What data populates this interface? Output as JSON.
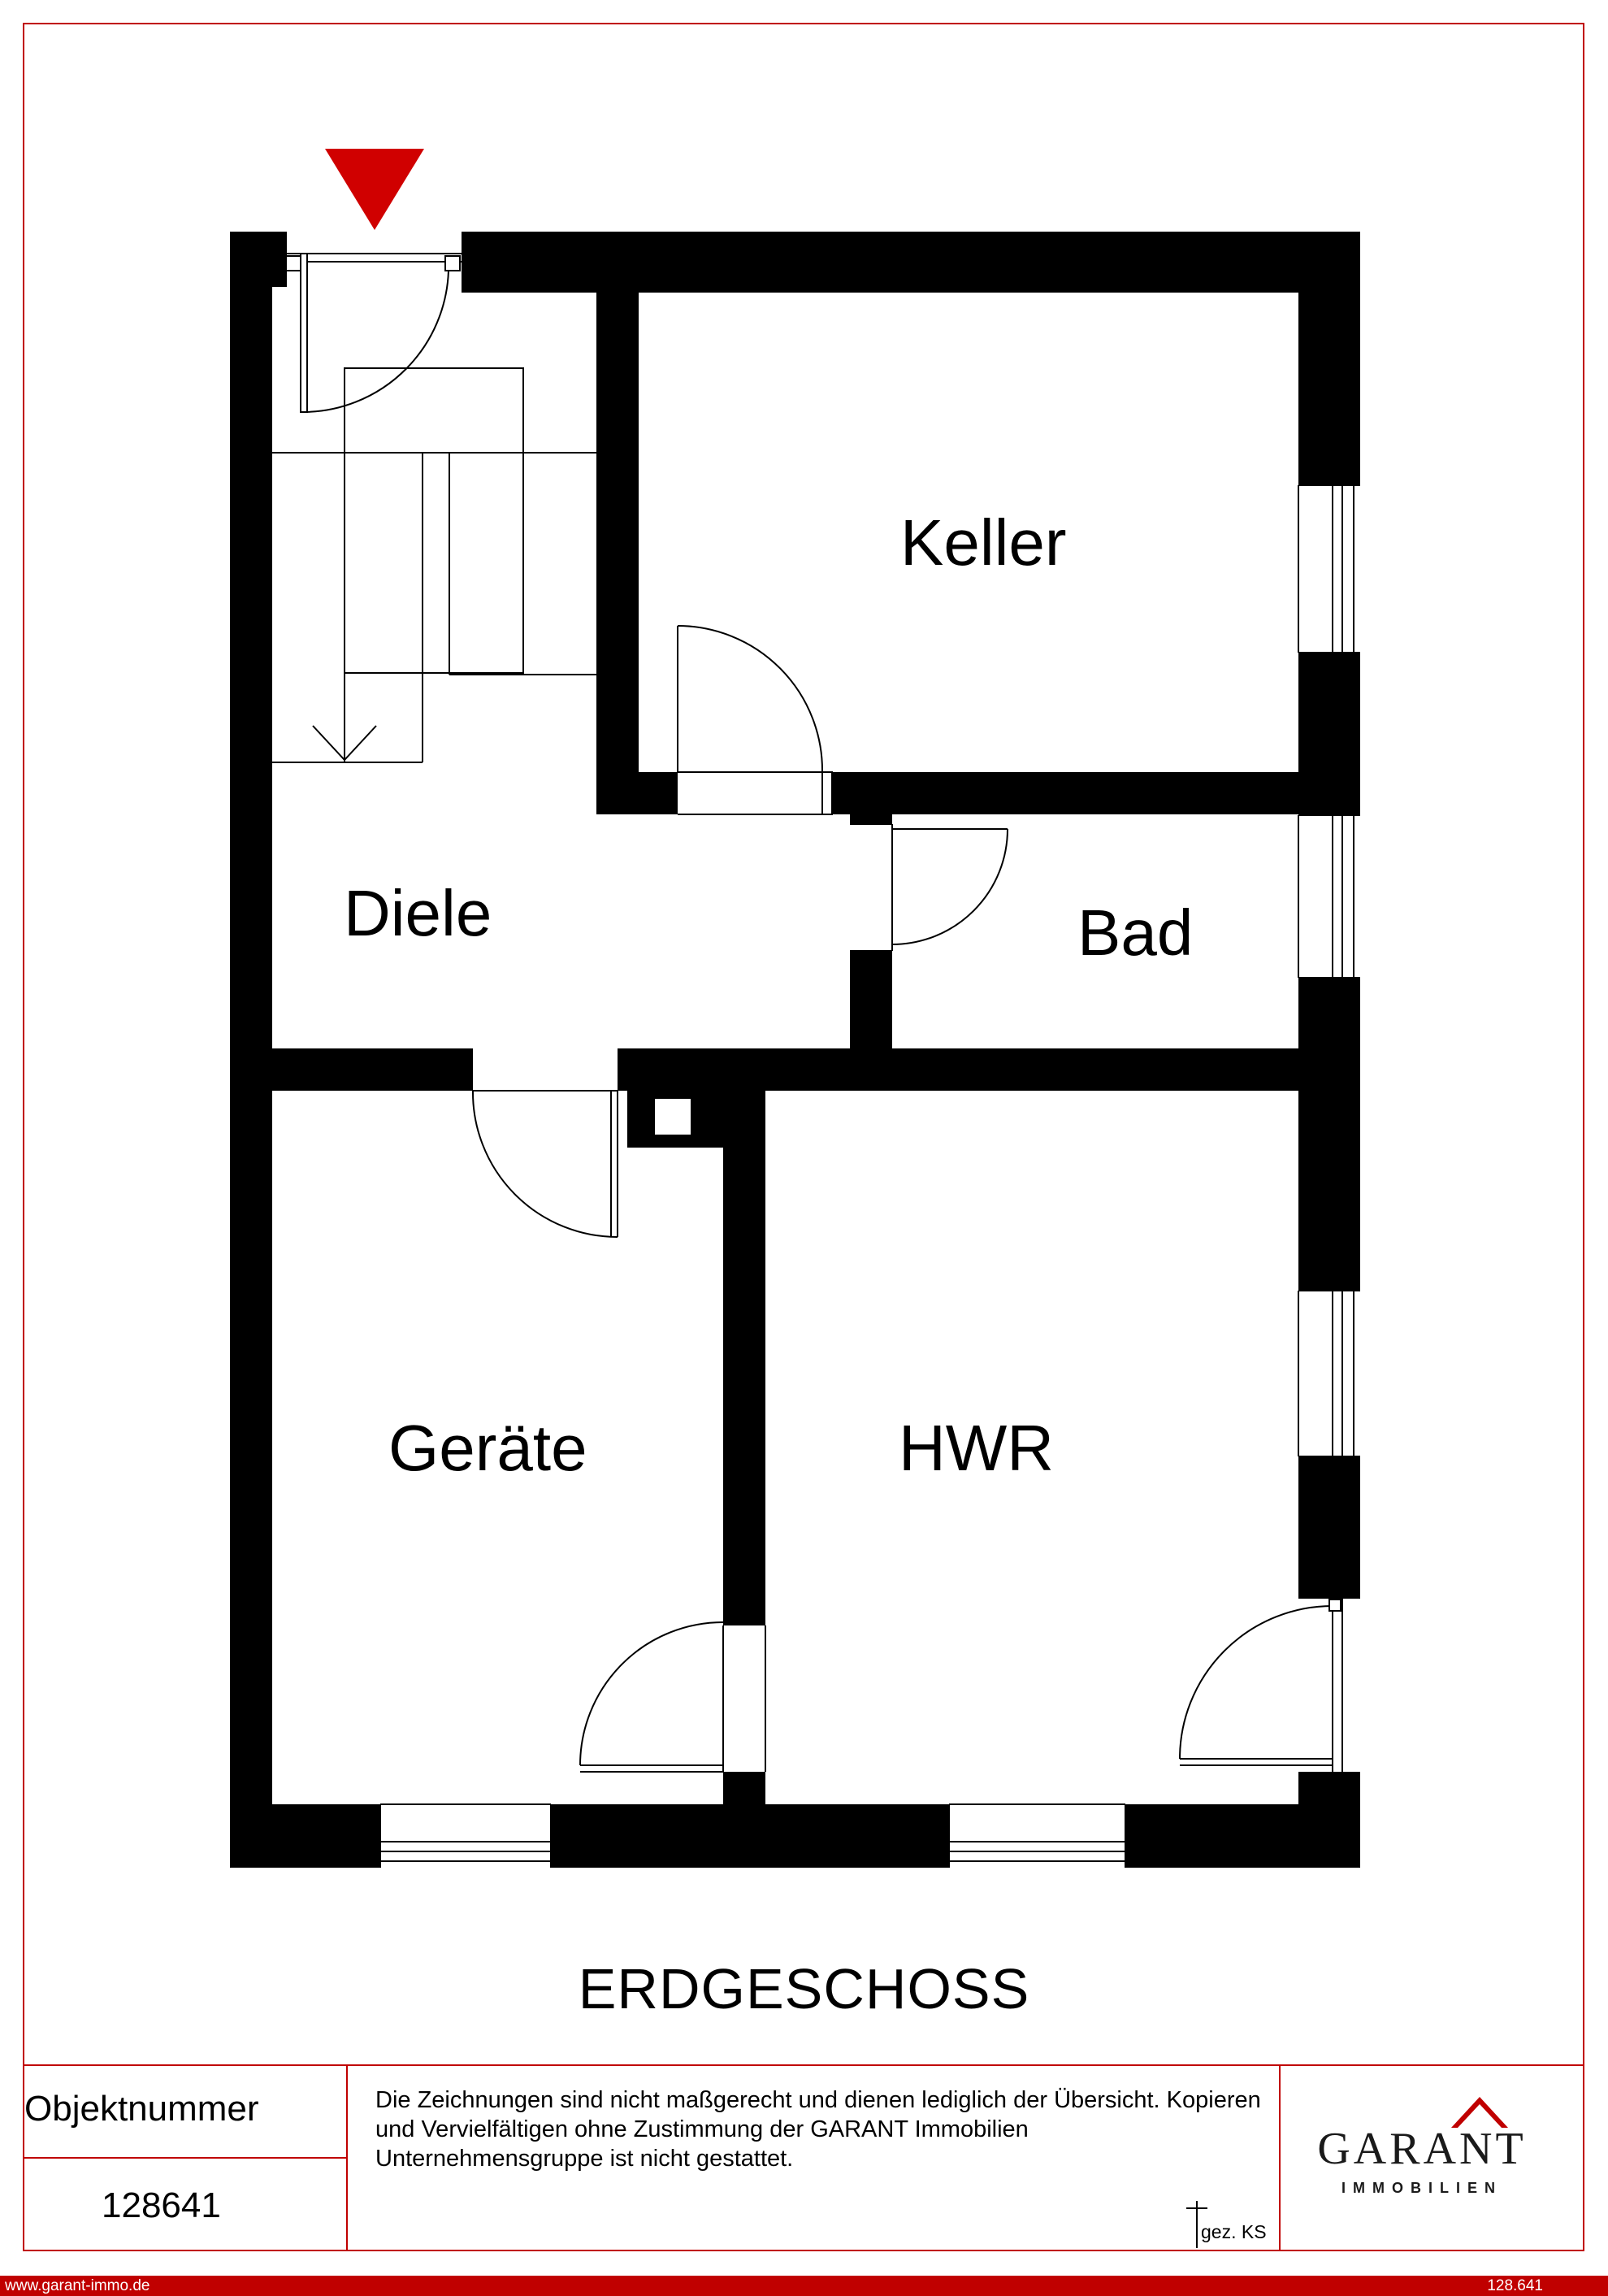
{
  "floor_title": "ERDGESCHOSS",
  "rooms": {
    "keller": "Keller",
    "diele": "Diele",
    "bad": "Bad",
    "geraete": "Geräte",
    "hwr": "HWR"
  },
  "title_block": {
    "objekt_label": "Objektnummer",
    "objekt_number": "128641",
    "disclaimer": "Die Zeichnungen sind nicht maßgerecht und dienen lediglich der Übersicht. Kopieren und Vervielfältigen ohne Zustimmung der GARANT Immobilien Unternehmensgruppe ist nicht gestattet.",
    "signature": "gez. KS",
    "logo_word": "GARANT",
    "logo_sub": "IMMOBILIEN"
  },
  "footer": {
    "website": "www.garant-immo.de",
    "ref": "128.641"
  },
  "colors": {
    "frame": "#c00000",
    "walls": "#000000",
    "entrance_marker": "#d00000"
  },
  "icons": {
    "entrance": "entrance-triangle-icon",
    "logo": "garant-logo-icon"
  }
}
